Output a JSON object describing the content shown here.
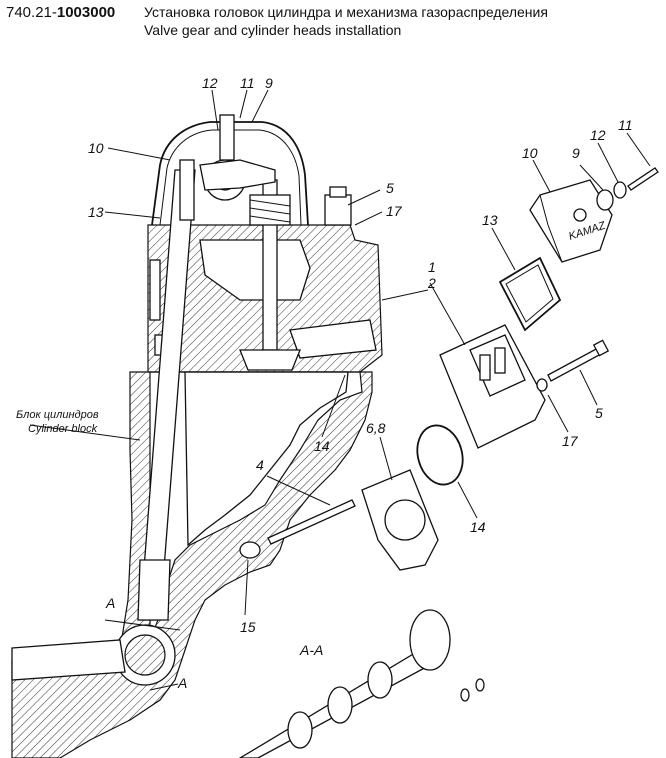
{
  "header": {
    "code_prefix": "740.21-",
    "code_bold": "1003000",
    "title_ru": "Установка головок цилиндра и механизма газораспределения",
    "title_en": "Valve gear and cylinder heads installation"
  },
  "callouts": {
    "c12a": "12",
    "c11a": "11",
    "c9a": "9",
    "c10a": "10",
    "c13a": "13",
    "c5a": "5",
    "c17a": "17",
    "c1": "1",
    "c2": "2",
    "c10b": "10",
    "c9b": "9",
    "c12b": "12",
    "c11b": "11",
    "c13b": "13",
    "c5b": "5",
    "c17b": "17",
    "c14a": "14",
    "c68": "6,8",
    "c14b": "14",
    "c4": "4",
    "c15": "15",
    "sec_a1": "A",
    "sec_a2": "A",
    "section_label": "A-A"
  },
  "block_label": {
    "ru": "Блок цилиндров",
    "en": "Cylinder block"
  },
  "cover_brand": "KAMAZ"
}
